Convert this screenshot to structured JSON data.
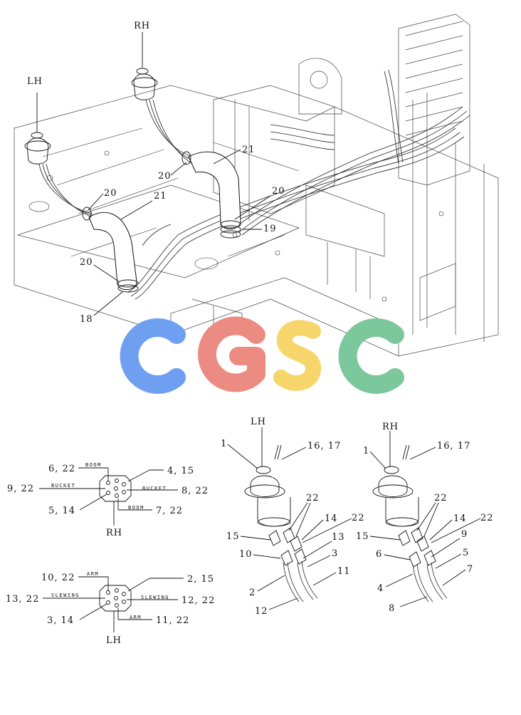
{
  "overview": {
    "sides": {
      "lh": "LH",
      "rh": "RH"
    },
    "callouts": [
      "21",
      "20",
      "20",
      "21",
      "20",
      "19",
      "20",
      "18"
    ]
  },
  "watermark": {
    "text": "CGSC",
    "colors": [
      "#6f9ff0",
      "#ec8b82",
      "#f6d66b",
      "#7cc79b"
    ]
  },
  "connector_rh": {
    "side": "RH",
    "labels": [
      "6, 22",
      "4, 15",
      "9, 22",
      "8, 22",
      "5, 14",
      "7, 22"
    ],
    "wire_marks": [
      "BOOM",
      "BUCKET",
      "BUCKET",
      "BOOM"
    ]
  },
  "connector_lh": {
    "side": "LH",
    "labels": [
      "10, 22",
      "2, 15",
      "13, 22",
      "12, 22",
      "3, 14",
      "11, 22"
    ],
    "wire_marks": [
      "ARM",
      "SLEWING",
      "SLEWING",
      "ARM"
    ]
  },
  "valve_lh": {
    "side": "LH",
    "labels": [
      "1",
      "16, 17",
      "22",
      "14",
      "22",
      "15",
      "13",
      "10",
      "3",
      "11",
      "2",
      "12"
    ]
  },
  "valve_rh": {
    "side": "RH",
    "labels": [
      "1",
      "16, 17",
      "22",
      "14",
      "22",
      "15",
      "9",
      "6",
      "5",
      "7",
      "4",
      "8"
    ]
  }
}
